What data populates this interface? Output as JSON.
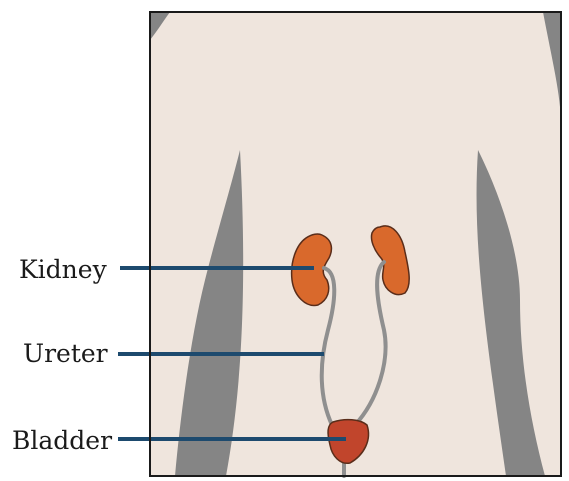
{
  "labels": {
    "kidney": "Kidney",
    "ureter": "Ureter",
    "bladder": "Bladder"
  },
  "colors": {
    "background": "#858585",
    "skin": "#efe5dd",
    "kidney": "#d9692c",
    "organ_outline": "#5a2d1a",
    "ureter": "#8f8f8f",
    "bladder": "#c1452c",
    "leader_line": "#1d4a6e",
    "frame": "#1a1a1a"
  }
}
